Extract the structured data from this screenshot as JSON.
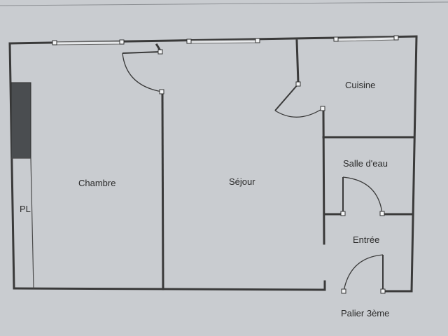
{
  "rooms": {
    "chambre": "Chambre",
    "sejour": "Séjour",
    "cuisine": "Cuisine",
    "salle_deau": "Salle d'eau",
    "entree": "Entrée",
    "placard": "PL",
    "palier": "Palier 3ème"
  },
  "colors": {
    "paper": "#c8cbcf",
    "wall": "#3a3a3a",
    "closet_fill": "#4a4d50"
  }
}
